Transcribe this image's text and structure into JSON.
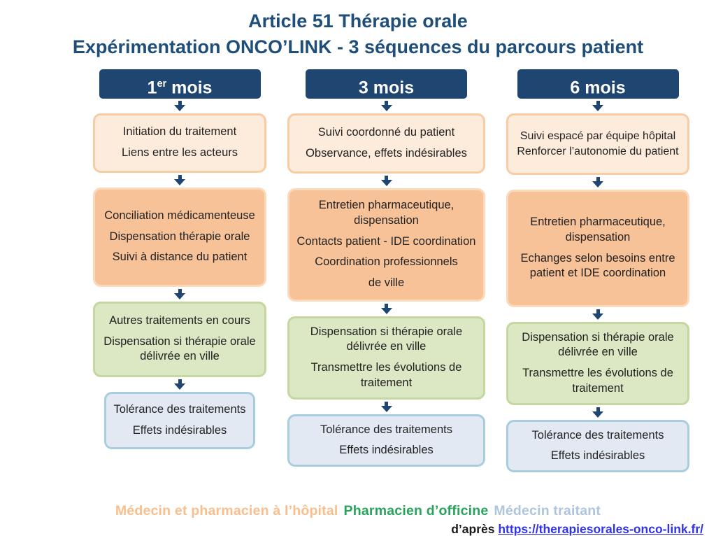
{
  "title": {
    "line1": "Article 51 Thérapie orale",
    "line2": "Expérimentation ONCO’LINK - 3 séquences du parcours patient"
  },
  "columns": [
    {
      "header": {
        "num": "1",
        "sup": "er",
        "rest": " mois"
      },
      "boxes": [
        {
          "type": "peach",
          "lines": [
            "Initiation du traitement",
            "Liens entre les acteurs"
          ]
        },
        {
          "type": "orange",
          "lines": [
            "Conciliation médicamenteuse",
            "Dispensation thérapie orale",
            "Suivi à distance du patient"
          ]
        },
        {
          "type": "green",
          "lines": [
            "Autres traitements en cours",
            "Dispensation si thérapie orale délivrée en ville"
          ]
        },
        {
          "type": "blue",
          "lines": [
            "Tolérance des traitements",
            "Effets indésirables"
          ]
        }
      ]
    },
    {
      "header": {
        "num": "3",
        "sup": "",
        "rest": " mois"
      },
      "boxes": [
        {
          "type": "peach",
          "lines": [
            "Suivi coordonné du patient",
            "Observance, effets indésirables"
          ]
        },
        {
          "type": "orange",
          "lines": [
            "Entretien pharmaceutique, dispensation",
            "Contacts patient - IDE coordination",
            "Coordination professionnels",
            "de ville"
          ]
        },
        {
          "type": "green",
          "lines": [
            "Dispensation si thérapie orale délivrée en ville",
            "Transmettre les évolutions de traitement"
          ]
        },
        {
          "type": "blue",
          "lines": [
            "Tolérance des traitements",
            "Effets indésirables"
          ]
        }
      ]
    },
    {
      "header": {
        "num": "6",
        "sup": "",
        "rest": " mois"
      },
      "boxes": [
        {
          "type": "peach",
          "lines": [
            "Suivi espacé par équipe hôpital Renforcer l’autonomie du patient"
          ]
        },
        {
          "type": "orange",
          "lines": [
            "Entretien pharmaceutique, dispensation",
            "Echanges selon besoins entre patient et IDE coordination"
          ]
        },
        {
          "type": "green",
          "lines": [
            "Dispensation si thérapie orale délivrée en ville",
            "Transmettre les évolutions de traitement"
          ]
        },
        {
          "type": "blue",
          "lines": [
            "Tolérance des traitements",
            "Effets indésirables"
          ]
        }
      ]
    }
  ],
  "legend": {
    "items": [
      {
        "label": "Médecin et pharmacien à l’hôpital",
        "color": "#F9BE8D"
      },
      {
        "label": "Pharmacien d’officine",
        "color": "#28A35C"
      },
      {
        "label": "Médecin traitant",
        "color": "#AFC4DD"
      }
    ]
  },
  "source": {
    "prefix": "d’après ",
    "link_text": "https://therapiesorales-onco-link.fr/"
  },
  "colors": {
    "title_text": "#1F4E79",
    "header_bg": "#1F4571",
    "header_text": "#FFFFFF",
    "arrow": "#1F4571",
    "box_text": "#222222",
    "link": "#3333E6",
    "source_text": "#1A1A1A",
    "box_styles": {
      "peach": {
        "fill": "#FDEBDB",
        "border": "#F8CCA4"
      },
      "orange": {
        "fill": "#F8C299",
        "border": "#FBD9BB"
      },
      "green": {
        "fill": "#DCE7C3",
        "border": "#C4D79E"
      },
      "blue": {
        "fill": "#E2E9F3",
        "border": "#A8CEDD"
      }
    }
  }
}
